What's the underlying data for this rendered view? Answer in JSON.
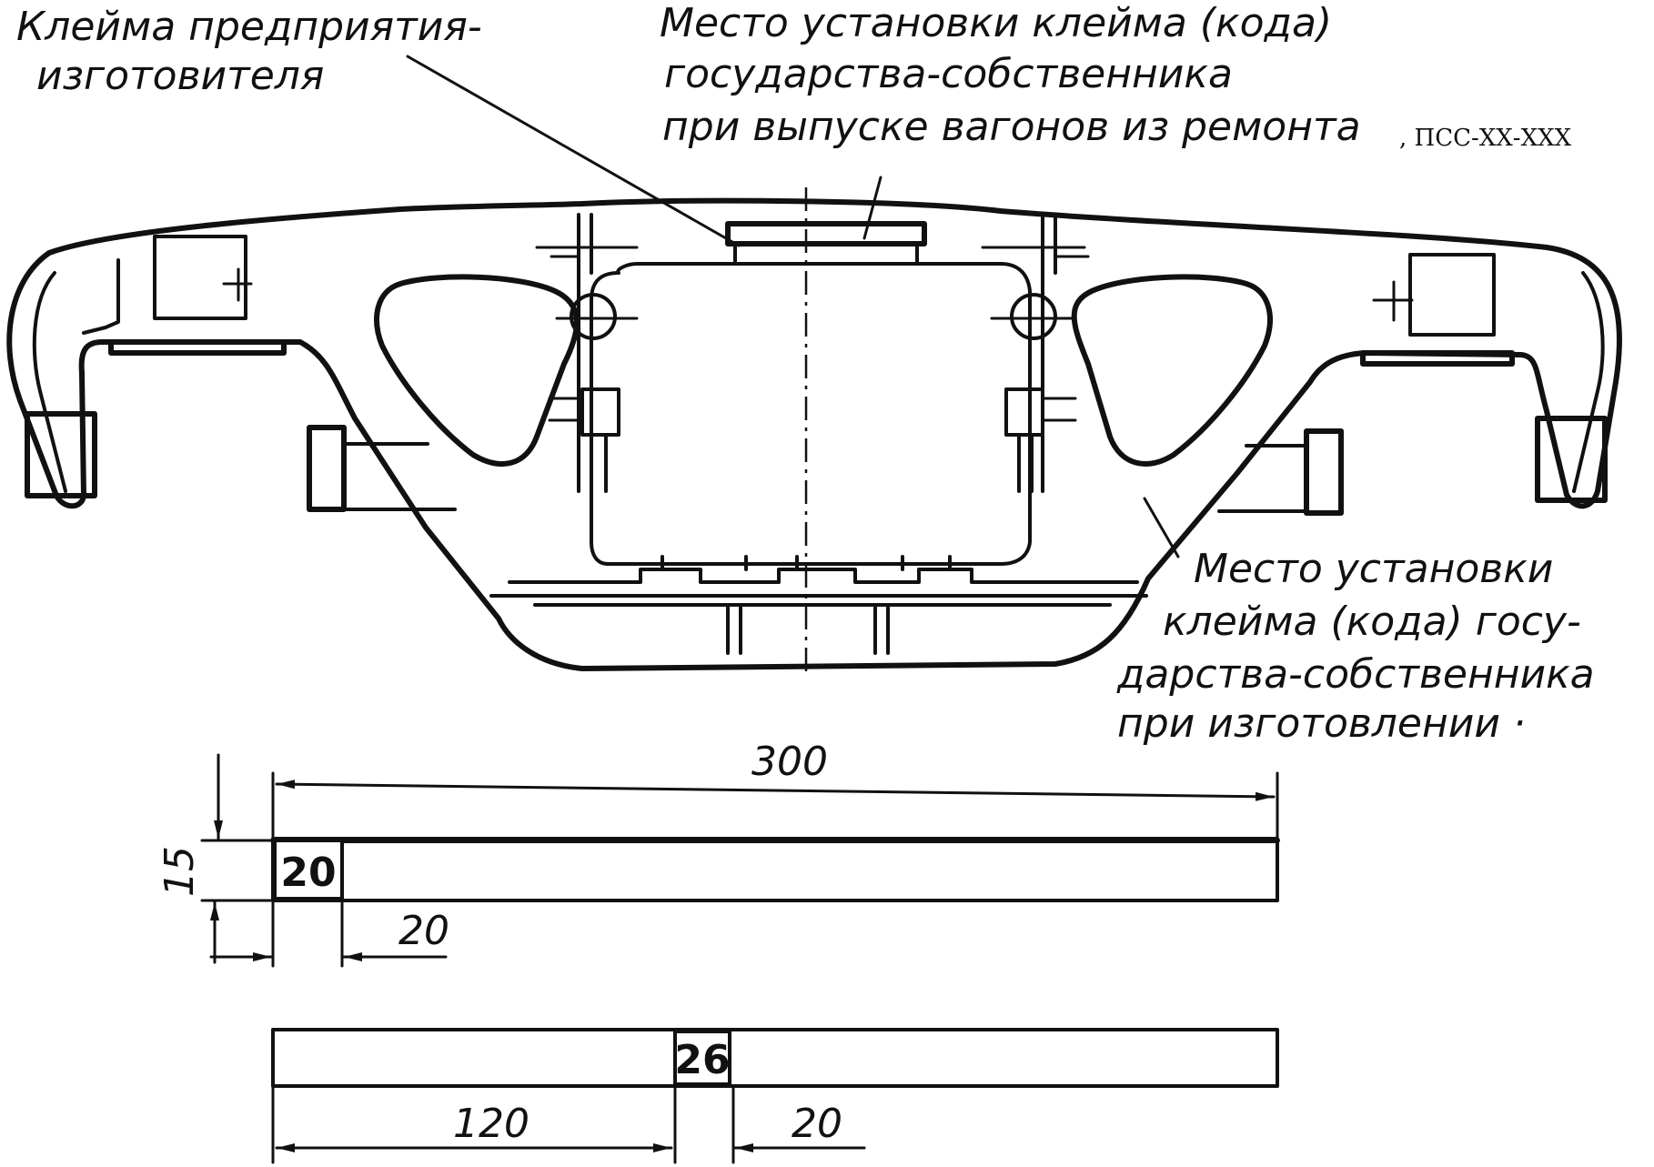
{
  "labels": {
    "manufacturer_mark": [
      "Клейма предприятия-",
      "изготовителя"
    ],
    "repair_mark": [
      "Место установки клейма (кода)",
      "государства-собственника",
      "при выпуске вагонов из ремонта"
    ],
    "repair_code": ", ПСС-ХХ-ХХХ",
    "manufacture_mark": [
      "Место установки",
      "клейма (кода) госу-",
      "дарства-собственника",
      "при изготовлении ·"
    ]
  },
  "plate_top": {
    "stamp": "20",
    "dim_length": "300",
    "dim_height": "15",
    "dim_offset": "20"
  },
  "plate_bottom": {
    "stamp": "26",
    "dim_offset": "120",
    "dim_width": "20"
  }
}
